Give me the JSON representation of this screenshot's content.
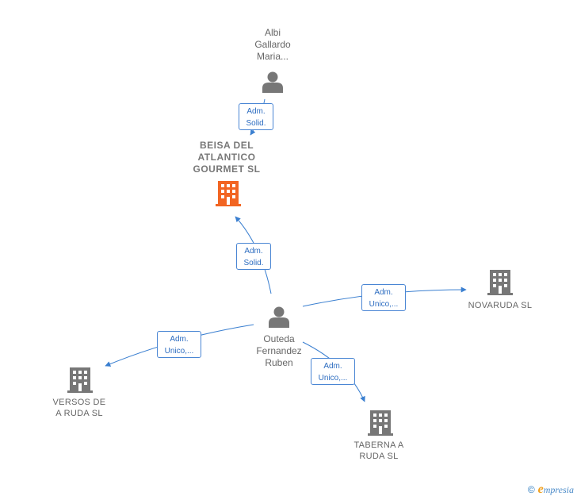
{
  "colors": {
    "edge": "#3a7fd0",
    "person_icon": "#777777",
    "company_icon": "#777777",
    "main_company_icon": "#f26522",
    "label_text": "#666666",
    "edge_label_text": "#2c6cc0"
  },
  "nodes": {
    "albi": {
      "name": "Albi\nGallardo\nMaria...",
      "icon": "person-icon"
    },
    "beisa": {
      "name": "BEISA DEL\nATLANTICO\nGOURMET  SL",
      "icon": "building-icon"
    },
    "outeda": {
      "name": "Outeda\nFernandez\nRuben",
      "icon": "person-icon"
    },
    "novaruda": {
      "name": "NOVARUDA  SL",
      "icon": "building-icon"
    },
    "versos": {
      "name": "VERSOS DE\nA RUDA  SL",
      "icon": "building-icon"
    },
    "taberna": {
      "name": "TABERNA A\nRUDA  SL",
      "icon": "building-icon"
    }
  },
  "edges": {
    "albi_beisa": {
      "line1": "Adm.",
      "line2": "Solid."
    },
    "outeda_beisa": {
      "line1": "Adm.",
      "line2": "Solid."
    },
    "outeda_novaruda": {
      "line1": "Adm.",
      "line2": "Unico,..."
    },
    "outeda_versos": {
      "line1": "Adm.",
      "line2": "Unico,..."
    },
    "outeda_taberna": {
      "line1": "Adm.",
      "line2": "Unico,..."
    }
  },
  "footer": {
    "copyright": "©",
    "brand_initial": "e",
    "brand_rest": "mpresia"
  }
}
